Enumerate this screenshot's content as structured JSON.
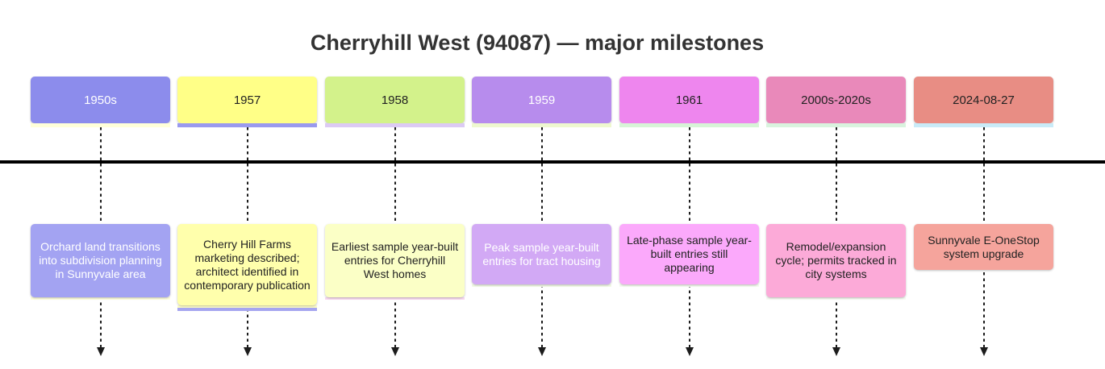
{
  "title": "Cherryhill West (94087) — major milestones",
  "colors": {
    "background": "#ffffff",
    "title_text": "#333333",
    "timeline_line": "#000000",
    "connector": "#1c1c1c"
  },
  "milestones": [
    {
      "period": "1950s",
      "event": "Orchard land transitions into subdivision planning in Sunnyvale area",
      "period_bg": "#8c8cec",
      "period_fg": "#ffffff",
      "event_bg": "#a3a3f2",
      "event_fg": "#ffffff",
      "period_strip": "#ffffd9",
      "event_strip": "#ffffdd"
    },
    {
      "period": "1957",
      "event": "Cherry Hill Farms marketing described; architect identified in contemporary publication",
      "period_bg": "#ffff87",
      "period_fg": "#222222",
      "event_bg": "#ffffac",
      "event_fg": "#222222",
      "period_strip": "#9a9aee",
      "event_strip": "#ffffc6",
      "event_strip2": "#a6a6f0"
    },
    {
      "period": "1958",
      "event": "Earliest sample year-built entries for Cherryhill West homes",
      "period_bg": "#d3f28b",
      "period_fg": "#222222",
      "event_bg": "#fbffc6",
      "event_fg": "#222222",
      "period_strip": "#dccaf4",
      "event_strip": "#f8d8f0"
    },
    {
      "period": "1959",
      "event": "Peak sample year-built entries for tract housing",
      "period_bg": "#b78ced",
      "period_fg": "#ffffff",
      "event_bg": "#d2a9f5",
      "event_fg": "#ffffff",
      "period_strip": "#eef8cf",
      "event_strip": "#f2fae6"
    },
    {
      "period": "1961",
      "event": "Late-phase sample year-built entries still appearing",
      "period_bg": "#ee86ee",
      "period_fg": "#222222",
      "event_bg": "#fba9fb",
      "event_fg": "#222222",
      "period_strip": "#d7f4d7",
      "event_strip": "#f4fbef"
    },
    {
      "period": "2000s-2020s",
      "event": "Remodel/expansion cycle; permits tracked in city systems",
      "period_bg": "#e989ba",
      "period_fg": "#222222",
      "event_bg": "#fcaad8",
      "event_fg": "#222222",
      "period_strip": "#d9f3de",
      "event_strip": "#f7fbf3"
    },
    {
      "period": "2024-08-27",
      "event": "Sunnyvale E-OneStop system upgrade",
      "period_bg": "#e88d84",
      "period_fg": "#222222",
      "event_bg": "#f5a49c",
      "event_fg": "#222222",
      "period_strip": "#c9ebf8"
    }
  ]
}
